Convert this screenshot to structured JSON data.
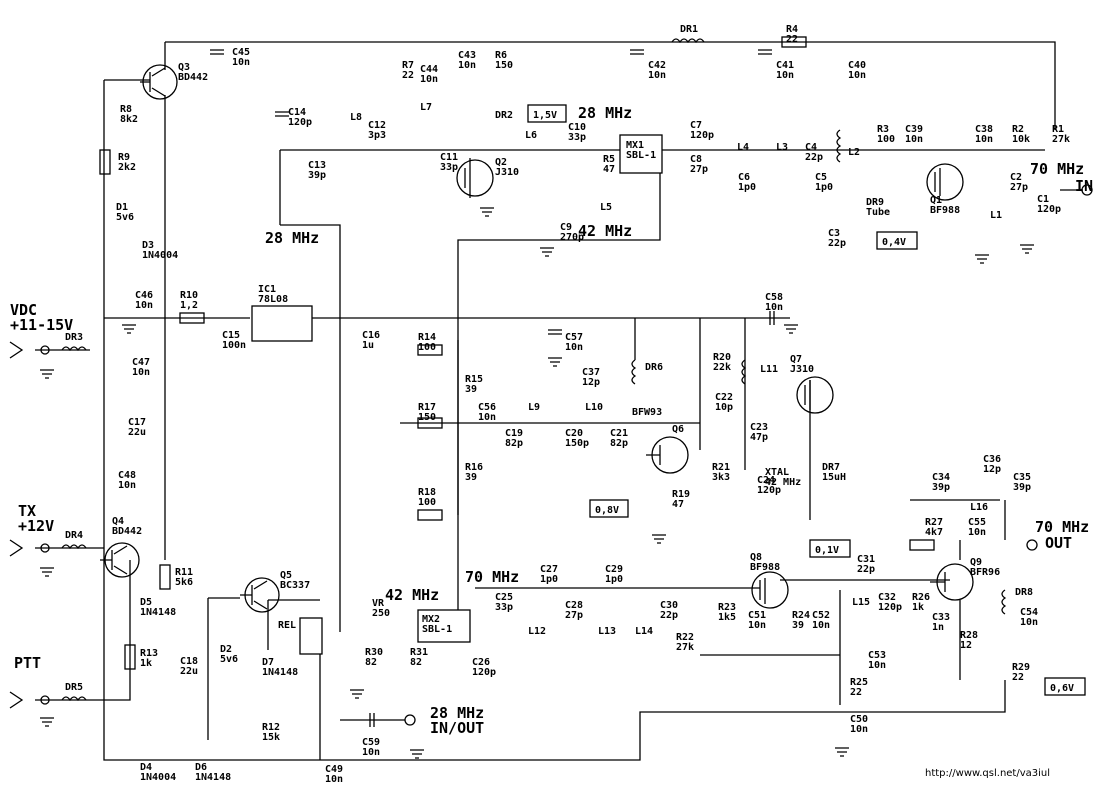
{
  "signals": {
    "in70": "70 MHz",
    "in70b": "IN",
    "out70": "70 MHz",
    "out70b": "OUT",
    "io28": "28 MHz",
    "io28b": "IN/OUT",
    "f28a": "28 MHz",
    "f28b": "28 MHz",
    "f42a": "42 MHz",
    "f42b": "42 MHz",
    "f70": "70 MHz"
  },
  "ports": {
    "vdc": "VDC",
    "vdcr": "+11-15V",
    "tx": "TX",
    "txv": "+12V",
    "ptt": "PTT"
  },
  "volts": {
    "v15": "1,5V",
    "v04": "0,4V",
    "v08": "0,8V",
    "v01": "0,1V",
    "v06": "0,6V"
  },
  "labels": [
    {
      "n": "DR1"
    },
    {
      "n": "R4",
      "v": "22"
    },
    {
      "n": "C45",
      "v": "10n"
    },
    {
      "n": "Q3",
      "v": "BD442"
    },
    {
      "n": "R8",
      "v": "8k2"
    },
    {
      "n": "R9",
      "v": "2k2"
    },
    {
      "n": "D1",
      "v": "5v6"
    },
    {
      "n": "D3",
      "v": "1N4004"
    },
    {
      "n": "C46",
      "v": "10n"
    },
    {
      "n": "R10",
      "v": "1,2"
    },
    {
      "n": "IC1",
      "v": "78L08"
    },
    {
      "n": "C15",
      "v": "100n"
    },
    {
      "n": "C16",
      "v": "1u"
    },
    {
      "n": "C47",
      "v": "10n"
    },
    {
      "n": "C17",
      "v": "22u"
    },
    {
      "n": "C48",
      "v": "10n"
    },
    {
      "n": "Q4",
      "v": "BD442"
    },
    {
      "n": "R11",
      "v": "5k6"
    },
    {
      "n": "D5",
      "v": "1N4148"
    },
    {
      "n": "R13",
      "v": "1k"
    },
    {
      "n": "DR3"
    },
    {
      "n": "DR4"
    },
    {
      "n": "DR5"
    },
    {
      "n": "Q5",
      "v": "BC337"
    },
    {
      "n": "D2",
      "v": "5v6"
    },
    {
      "n": "C18",
      "v": "22u"
    },
    {
      "n": "D7",
      "v": "1N4148"
    },
    {
      "n": "R12",
      "v": "15k"
    },
    {
      "n": "D4",
      "v": "1N4004"
    },
    {
      "n": "D6",
      "v": "1N4148"
    },
    {
      "n": "C49",
      "v": "10n"
    },
    {
      "n": "REL"
    },
    {
      "n": "VR",
      "v": "250"
    },
    {
      "n": "R30",
      "v": "82"
    },
    {
      "n": "R31",
      "v": "82"
    },
    {
      "n": "MX2",
      "v": "SBL-1"
    },
    {
      "n": "C59",
      "v": "10n"
    },
    {
      "n": "C14",
      "v": "120p"
    },
    {
      "n": "L8"
    },
    {
      "n": "C13",
      "v": "39p"
    },
    {
      "n": "R7",
      "v": "22"
    },
    {
      "n": "C44",
      "v": "10n"
    },
    {
      "n": "L7"
    },
    {
      "n": "C12",
      "v": "3p3"
    },
    {
      "n": "C43",
      "v": "10n"
    },
    {
      "n": "R6",
      "v": "150"
    },
    {
      "n": "DR2"
    },
    {
      "n": "C11",
      "v": "33p"
    },
    {
      "n": "Q2",
      "v": "J310"
    },
    {
      "n": "L6"
    },
    {
      "n": "C10",
      "v": "33p"
    },
    {
      "n": "R5",
      "v": "47"
    },
    {
      "n": "MX1",
      "v": "SBL-1"
    },
    {
      "n": "C9",
      "v": "270p"
    },
    {
      "n": "L5"
    },
    {
      "n": "C42",
      "v": "10n"
    },
    {
      "n": "C41",
      "v": "10n"
    },
    {
      "n": "C40",
      "v": "10n"
    },
    {
      "n": "C7",
      "v": "120p"
    },
    {
      "n": "L4"
    },
    {
      "n": "L3"
    },
    {
      "n": "C8",
      "v": "27p"
    },
    {
      "n": "C6",
      "v": "1p0"
    },
    {
      "n": "C4",
      "v": "22p"
    },
    {
      "n": "C5",
      "v": "1p0"
    },
    {
      "n": "L2"
    },
    {
      "n": "C3",
      "v": "22p"
    },
    {
      "n": "R3",
      "v": "100"
    },
    {
      "n": "C39",
      "v": "10n"
    },
    {
      "n": "DR9",
      "v": "Tube"
    },
    {
      "n": "C38",
      "v": "10n"
    },
    {
      "n": "R2",
      "v": "10k"
    },
    {
      "n": "R1",
      "v": "27k"
    },
    {
      "n": "Q1",
      "v": "BF988"
    },
    {
      "n": "L1"
    },
    {
      "n": "C2",
      "v": "27p"
    },
    {
      "n": "C1",
      "v": "120p"
    },
    {
      "n": "C58",
      "v": "10n"
    },
    {
      "n": "R14",
      "v": "100"
    },
    {
      "n": "C57",
      "v": "10n"
    },
    {
      "n": "R15",
      "v": "39"
    },
    {
      "n": "R17",
      "v": "150"
    },
    {
      "n": "C56",
      "v": "10n"
    },
    {
      "n": "L9"
    },
    {
      "n": "C37",
      "v": "12p"
    },
    {
      "n": "L10"
    },
    {
      "n": "DR6"
    },
    {
      "n": "C19",
      "v": "82p"
    },
    {
      "n": "C20",
      "v": "150p"
    },
    {
      "n": "C21",
      "v": "82p"
    },
    {
      "n": "R16",
      "v": "39"
    },
    {
      "n": "R18",
      "v": "100"
    },
    {
      "n": "R20",
      "v": "22k"
    },
    {
      "n": "L11"
    },
    {
      "n": "Q7",
      "v": "J310"
    },
    {
      "n": "C22",
      "v": "10p"
    },
    {
      "n": "BFW93"
    },
    {
      "n": "C23",
      "v": "47p"
    },
    {
      "n": "Q6"
    },
    {
      "n": "XTAL",
      "v": "42 MHz"
    },
    {
      "n": "R21",
      "v": "3k3"
    },
    {
      "n": "C24",
      "v": "120p"
    },
    {
      "n": "DR7",
      "v": "15uH"
    },
    {
      "n": "R19",
      "v": "47"
    },
    {
      "n": "C36",
      "v": "12p"
    },
    {
      "n": "C34",
      "v": "39p"
    },
    {
      "n": "C35",
      "v": "39p"
    },
    {
      "n": "L16"
    },
    {
      "n": "R27",
      "v": "4k7"
    },
    {
      "n": "C55",
      "v": "10n"
    },
    {
      "n": "C25",
      "v": "33p"
    },
    {
      "n": "C27",
      "v": "1p0"
    },
    {
      "n": "C29",
      "v": "1p0"
    },
    {
      "n": "L12"
    },
    {
      "n": "C28",
      "v": "27p"
    },
    {
      "n": "L13"
    },
    {
      "n": "L14"
    },
    {
      "n": "C30",
      "v": "22p"
    },
    {
      "n": "C26",
      "v": "120p"
    },
    {
      "n": "Q8",
      "v": "BF988"
    },
    {
      "n": "R23",
      "v": "1k5"
    },
    {
      "n": "C51",
      "v": "10n"
    },
    {
      "n": "R24",
      "v": "39"
    },
    {
      "n": "C52",
      "v": "10n"
    },
    {
      "n": "R22",
      "v": "27k"
    },
    {
      "n": "L15"
    },
    {
      "n": "C31",
      "v": "22p"
    },
    {
      "n": "C32",
      "v": "120p"
    },
    {
      "n": "R26",
      "v": "1k"
    },
    {
      "n": "C33",
      "v": "1n"
    },
    {
      "n": "R28",
      "v": "12"
    },
    {
      "n": "Q9",
      "v": "BFR96"
    },
    {
      "n": "DR8"
    },
    {
      "n": "C54",
      "v": "10n"
    },
    {
      "n": "C53",
      "v": "10n"
    },
    {
      "n": "R25",
      "v": "22"
    },
    {
      "n": "R29",
      "v": "22"
    },
    {
      "n": "C50",
      "v": "10n"
    }
  ],
  "footer": {
    "url": "http://www.qsl.net/va3iul"
  }
}
